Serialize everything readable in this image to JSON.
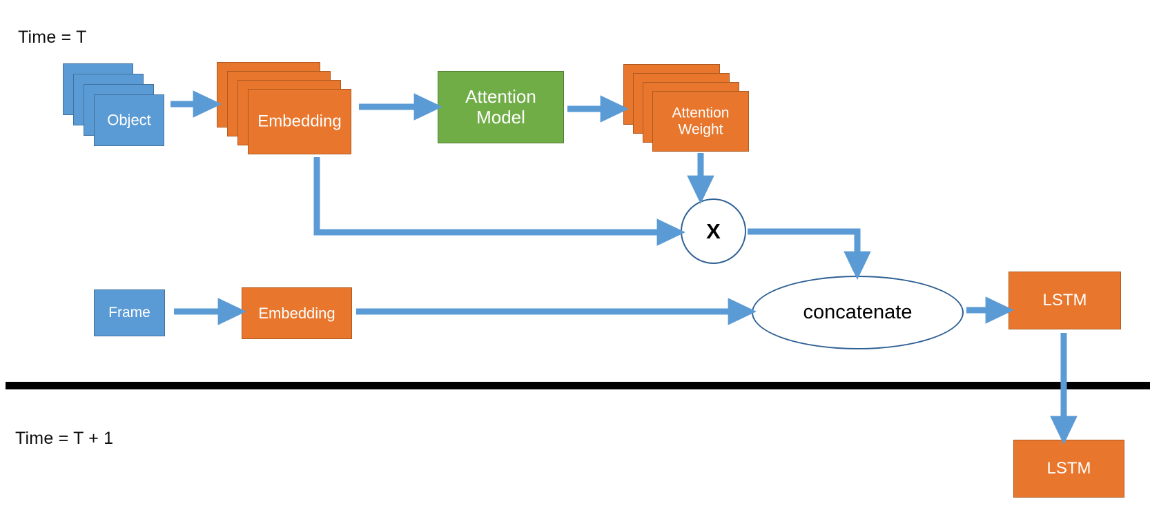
{
  "diagram": {
    "title_top": "Time = T",
    "title_bottom": "Time = T + 1",
    "colors": {
      "blue": "#5B9BD5",
      "blue_border": "#41719C",
      "orange": "#E8762C",
      "orange_border": "#AE5A21",
      "green": "#70AD47",
      "green_border": "#507E32",
      "arrow": "#5B9BD5",
      "outline": "#2E6094",
      "divider": "#000000",
      "text_on_fill": "#FFFFFF",
      "text_dark": "#000000"
    },
    "nodes": {
      "object_stack": {
        "label": "Object",
        "count": 4,
        "shape": "stacked-rectangles",
        "fill": "blue"
      },
      "object_embedding_stack": {
        "label": "Embedding",
        "count": 4,
        "shape": "stacked-rectangles",
        "fill": "orange"
      },
      "attention_model": {
        "label_line1": "Attention",
        "label_line2": "Model",
        "shape": "rectangle",
        "fill": "green"
      },
      "attention_weight_stack": {
        "label_line1": "Attention",
        "label_line2": "Weight",
        "count": 4,
        "shape": "stacked-rectangles",
        "fill": "orange"
      },
      "multiply": {
        "label": "X",
        "shape": "circle",
        "fill": "white"
      },
      "frame": {
        "label": "Frame",
        "shape": "rectangle",
        "fill": "blue"
      },
      "frame_embedding": {
        "label": "Embedding",
        "shape": "rectangle",
        "fill": "orange"
      },
      "concatenate": {
        "label": "concatenate",
        "shape": "ellipse",
        "fill": "white"
      },
      "lstm_t": {
        "label": "LSTM",
        "shape": "rectangle",
        "fill": "orange"
      },
      "lstm_t_plus_1": {
        "label": "LSTM",
        "shape": "rectangle",
        "fill": "orange"
      }
    },
    "edges": [
      {
        "from": "object_stack",
        "to": "object_embedding_stack",
        "style": "straight-arrow"
      },
      {
        "from": "object_embedding_stack",
        "to": "attention_model",
        "style": "straight-arrow"
      },
      {
        "from": "attention_model",
        "to": "attention_weight_stack",
        "style": "straight-arrow"
      },
      {
        "from": "attention_weight_stack",
        "to": "multiply",
        "style": "straight-arrow-down"
      },
      {
        "from": "object_embedding_stack",
        "to": "multiply",
        "style": "elbow-down-right"
      },
      {
        "from": "multiply",
        "to": "concatenate",
        "style": "elbow-right-down"
      },
      {
        "from": "frame",
        "to": "frame_embedding",
        "style": "straight-arrow"
      },
      {
        "from": "frame_embedding",
        "to": "concatenate",
        "style": "straight-arrow-long"
      },
      {
        "from": "concatenate",
        "to": "lstm_t",
        "style": "straight-arrow"
      },
      {
        "from": "lstm_t",
        "to": "lstm_t_plus_1",
        "style": "straight-arrow-down-across-divider"
      }
    ]
  }
}
